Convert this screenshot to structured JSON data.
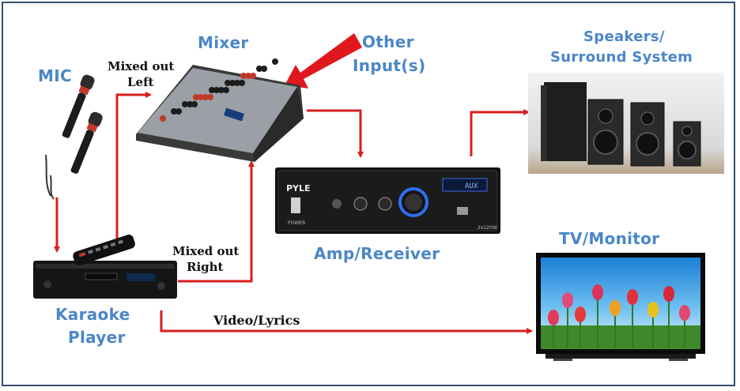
{
  "labels": {
    "mic": "MIC",
    "mixer": "Mixer",
    "other_inputs_1": "Other",
    "other_inputs_2": "Input(s)",
    "speakers_1": "Speakers/",
    "speakers_2": "Surround System",
    "mixed_left_1": "Mixed out",
    "mixed_left_2": "Left",
    "mixed_right_1": "Mixed out",
    "mixed_right_2": "Right",
    "amp": "Amp/Receiver",
    "tv": "TV/Monitor",
    "karaoke_1": "Karaoke",
    "karaoke_2": "Player",
    "video_lyrics": "Video/Lyrics"
  },
  "device_text": {
    "amp_brand": "PYLE",
    "amp_display": "AUX",
    "amp_power": "POWER",
    "amp_rating": "2x120W"
  },
  "colors": {
    "arrow": "#d81e1e",
    "label_blue": "#4a86c8",
    "frame": "#33506b"
  }
}
